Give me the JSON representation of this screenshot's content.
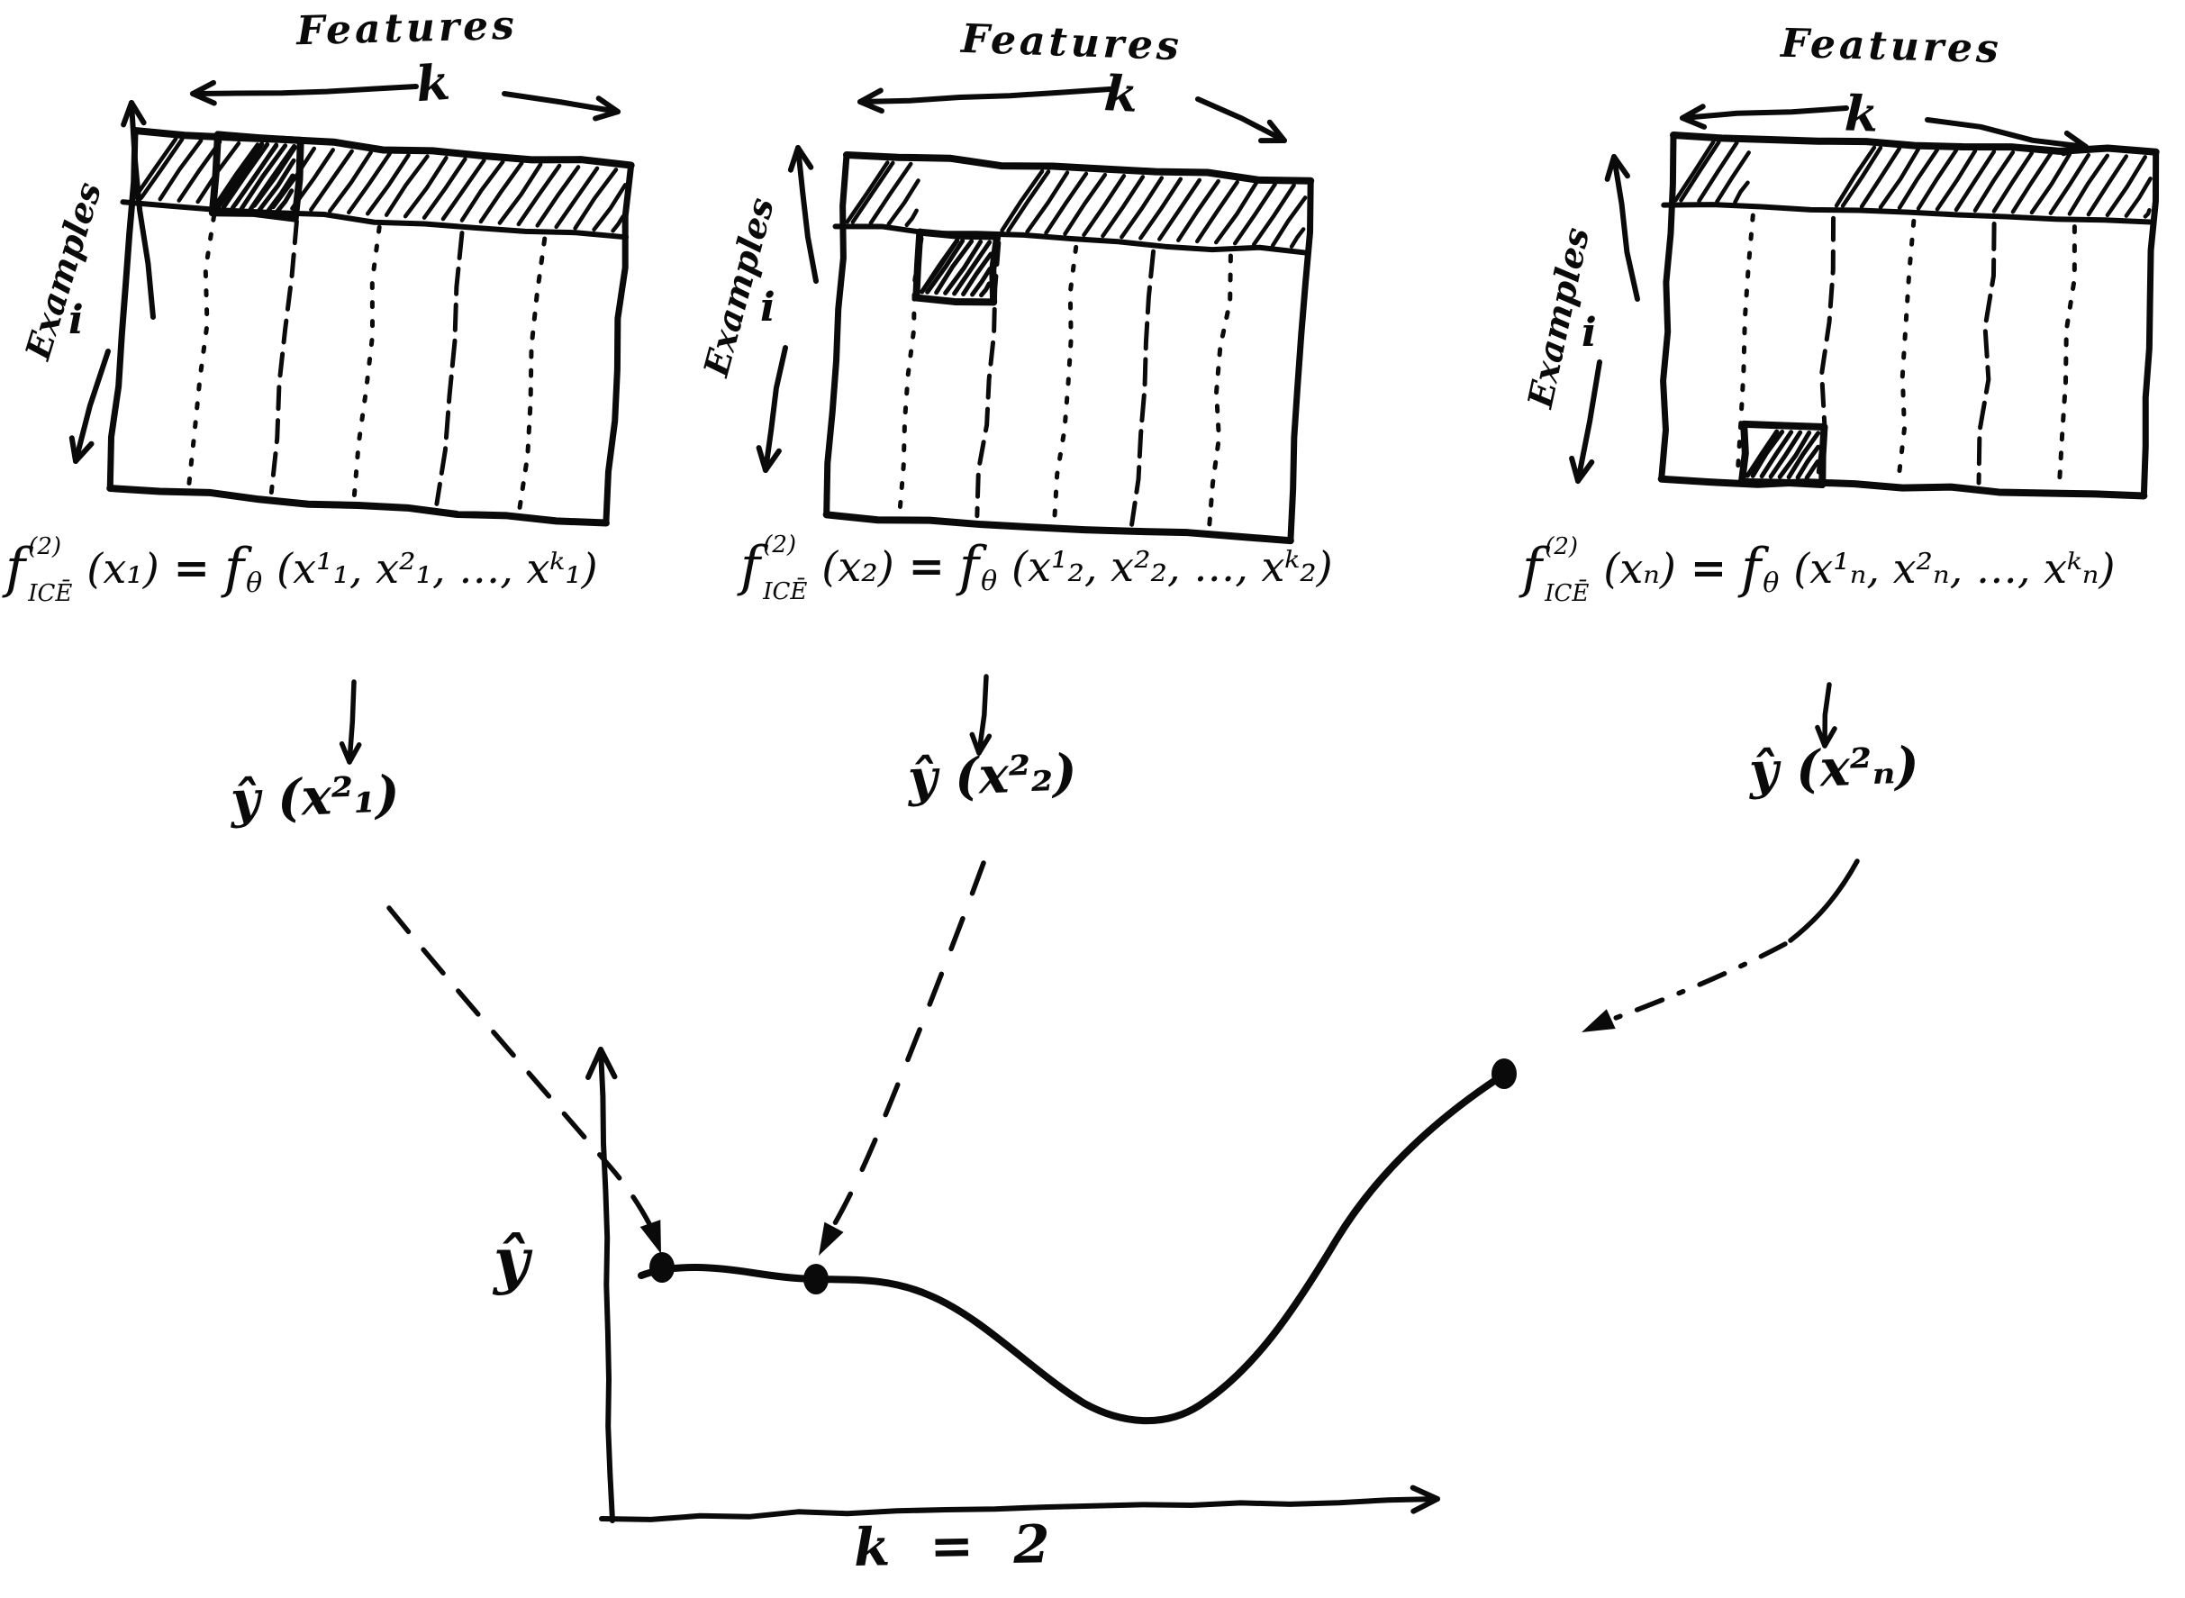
{
  "diagram": {
    "ink_color": "#0a0a0a",
    "paper_color": "#ffffff",
    "panels": [
      {
        "features_label": "Features",
        "width_label": "k",
        "examples_label": "Examples",
        "index_label": "i",
        "highlight_row": 1,
        "highlight_col": 2,
        "formula": {
          "base": "f",
          "sup": "(2)",
          "sub": "ICĒ",
          "arg": "(x₁)",
          "equals": "=",
          "rhs_base": "f",
          "rhs_sub": "θ",
          "rhs_args": "(x¹₁, x²₁, …, xᵏ₁)"
        },
        "prediction_label": "ŷ (x²₁)"
      },
      {
        "features_label": "Features",
        "width_label": "k",
        "examples_label": "Examples",
        "index_label": "i",
        "highlight_row": 2,
        "highlight_col": 2,
        "formula": {
          "base": "f",
          "sup": "(2)",
          "sub": "ICĒ",
          "arg": "(x₂)",
          "equals": "=",
          "rhs_base": "f",
          "rhs_sub": "θ",
          "rhs_args": "(x¹₂, x²₂, …, xᵏ₂)"
        },
        "prediction_label": "ŷ (x²₂)"
      },
      {
        "features_label": "Features",
        "width_label": "k",
        "examples_label": "Examples",
        "index_label": "i",
        "highlight_row": "n",
        "highlight_col": 2,
        "formula": {
          "base": "f",
          "sup": "(2)",
          "sub": "ICĒ",
          "arg": "(xₙ)",
          "equals": "=",
          "rhs_base": "f",
          "rhs_sub": "θ",
          "rhs_args": "(x¹ₙ, x²ₙ, …, xᵏₙ)"
        },
        "prediction_label": "ŷ (x²ₙ)"
      }
    ],
    "plot": {
      "type": "line",
      "y_axis_label": "ŷ",
      "x_axis_label": "k = 2",
      "marked_points": [
        "ŷ(x²₁)",
        "ŷ(x²₂)",
        "ŷ(x²ₙ)"
      ]
    }
  }
}
